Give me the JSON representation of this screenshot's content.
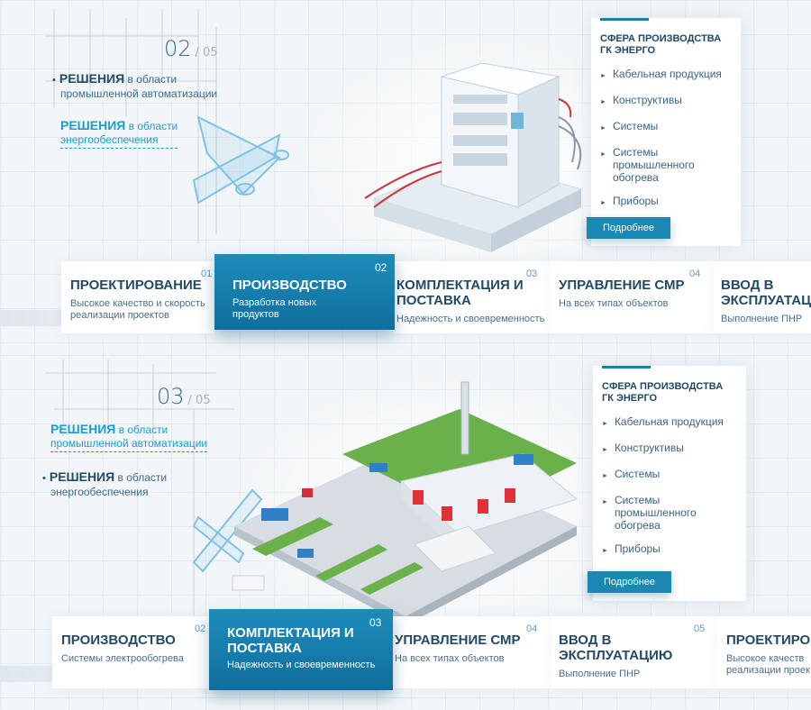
{
  "slides": [
    {
      "current": "02",
      "total": "/ 05",
      "solutions": [
        {
          "kw": "РЕШЕНИЯ",
          "rest": "в области",
          "line2": "промышленной автоматизации",
          "active": true
        },
        {
          "kw": "РЕШЕНИЯ",
          "rest": "в области",
          "line2": "энергообеспечения",
          "active": false
        }
      ],
      "sphere": {
        "title_1": "СФЕРА ПРОИЗВОДСТВА",
        "title_2": "ГК ЭНЕРГО",
        "items": [
          "Кабельная продукция",
          "Конструктивы",
          "Системы",
          "Системы промышленного обогрева",
          "Приборы"
        ],
        "button": "Подробнее"
      },
      "tabs": [
        {
          "title": "ПРОЕКТИРОВАНИЕ",
          "desc": "Высокое качество и скорость реализации проектов",
          "num": "01",
          "active": false
        },
        {
          "title": "ПРОИЗВОДСТВО",
          "desc": "Разработка новых продуктов",
          "num": "02",
          "active": true
        },
        {
          "title": "КОМПЛЕКТАЦИЯ И ПОСТАВКА",
          "desc": "Надежность и своевременность",
          "num": "03",
          "active": false
        },
        {
          "title": "УПРАВЛЕНИЕ СМР",
          "desc": "На всех типах объектов",
          "num": "04",
          "active": false
        },
        {
          "title": "ВВОД В ЭКСПЛУАТАЦ",
          "desc": "Выполнение ПНР",
          "num": "",
          "active": false
        }
      ]
    },
    {
      "current": "03",
      "total": "/ 05",
      "solutions": [
        {
          "kw": "РЕШЕНИЯ",
          "rest": "в области",
          "line2": "промышленной автоматизации",
          "active": false
        },
        {
          "kw": "РЕШЕНИЯ",
          "rest": "в области",
          "line2": "энергообеспечения",
          "active": true
        }
      ],
      "sphere": {
        "title_1": "СФЕРА ПРОИЗВОДСТВА",
        "title_2": "ГК ЭНЕРГО",
        "items": [
          "Кабельная продукция",
          "Конструктивы",
          "Системы",
          "Системы промышленного обогрева",
          "Приборы"
        ],
        "button": "Подробнее"
      },
      "tabs": [
        {
          "title": "ПРОИЗВОДСТВО",
          "desc": "Системы электрообогрева",
          "num": "02",
          "active": false
        },
        {
          "title": "КОМПЛЕКТАЦИЯ И ПОСТАВКА",
          "desc": "Надежность и своевременность",
          "num": "03",
          "active": true
        },
        {
          "title": "УПРАВЛЕНИЕ СМР",
          "desc": "На всех типах объектов",
          "num": "04",
          "active": false
        },
        {
          "title": "ВВОД В ЭКСПЛУАТАЦИЮ",
          "desc": "Выполнение ПНР",
          "num": "05",
          "active": false
        },
        {
          "title": "ПРОЕКТИРОВ",
          "desc": "Высокое качеств реализации проек",
          "num": "",
          "active": false
        }
      ]
    }
  ]
}
